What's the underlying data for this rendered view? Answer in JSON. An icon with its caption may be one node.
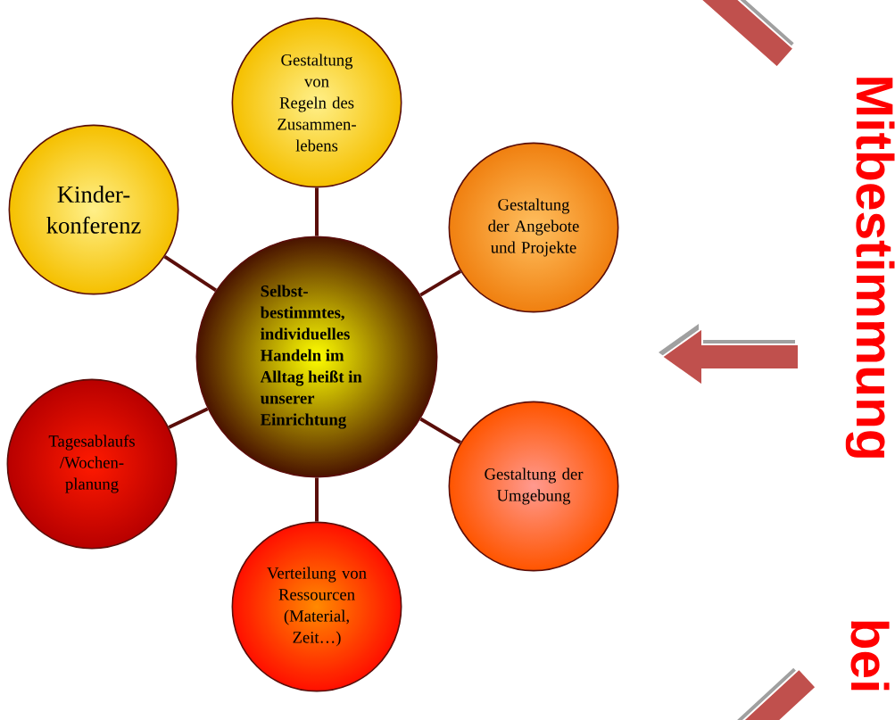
{
  "diagram": {
    "nodes": [
      {
        "text": [
          "Gestaltung von Regeln des Zusammen- lebens"
        ]
      },
      {
        "text": [
          "Kinder- konferenz"
        ]
      },
      {
        "text": [
          "Gestaltung der Angebote und Projekte"
        ]
      },
      {
        "text": [
          "Selbst- bestimmtes, individuelles Handeln im Alltag heißt in unserer Einrichtung"
        ]
      },
      {
        "text": [
          "Tagesablaufs /Wochen- planung"
        ]
      },
      {
        "text": [
          "Gestaltung der Umgebung"
        ]
      },
      {
        "text": [
          "Verteilung von Ressourcen (Material, Zeit…)"
        ]
      }
    ],
    "edges": [
      {
        "from": 3,
        "to": 0,
        "arrow": "none"
      },
      {
        "from": 3,
        "to": 1,
        "arrow": "none"
      },
      {
        "from": 3,
        "to": 2,
        "arrow": "none"
      },
      {
        "from": 3,
        "to": 4,
        "arrow": "none"
      },
      {
        "from": 3,
        "to": 5,
        "arrow": "none"
      },
      {
        "from": 3,
        "to": 6,
        "arrow": "none"
      }
    ],
    "labels": [
      "Mitbestimmung",
      "bei"
    ]
  }
}
